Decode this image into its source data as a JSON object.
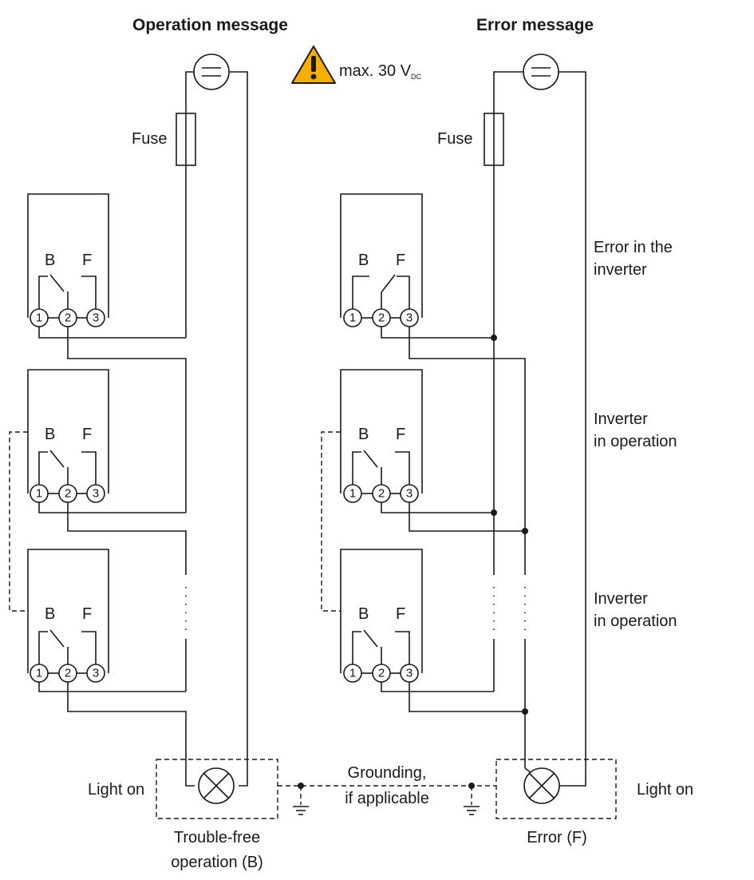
{
  "titles": {
    "left": "Operation message",
    "right": "Error message"
  },
  "warning": {
    "text": "max. 30 V",
    "subscript": "DC",
    "icon": "warning-triangle-icon",
    "color": "#f7b000"
  },
  "fuse_label": "Fuse",
  "contacts": {
    "b": "B",
    "f": "F"
  },
  "terminals": [
    "1",
    "2",
    "3"
  ],
  "right_annotations": {
    "inverter1": [
      "Error in the",
      "inverter"
    ],
    "inverter2": [
      "Inverter",
      "in operation"
    ],
    "inverter3": [
      "Inverter",
      "in operation"
    ]
  },
  "bottom": {
    "left_light": "Light on",
    "right_light": "Light on",
    "grounding": [
      "Grounding,",
      "if applicable"
    ],
    "left_caption": [
      "Trouble-free",
      "operation (B)"
    ],
    "right_caption": "Error (F)"
  }
}
